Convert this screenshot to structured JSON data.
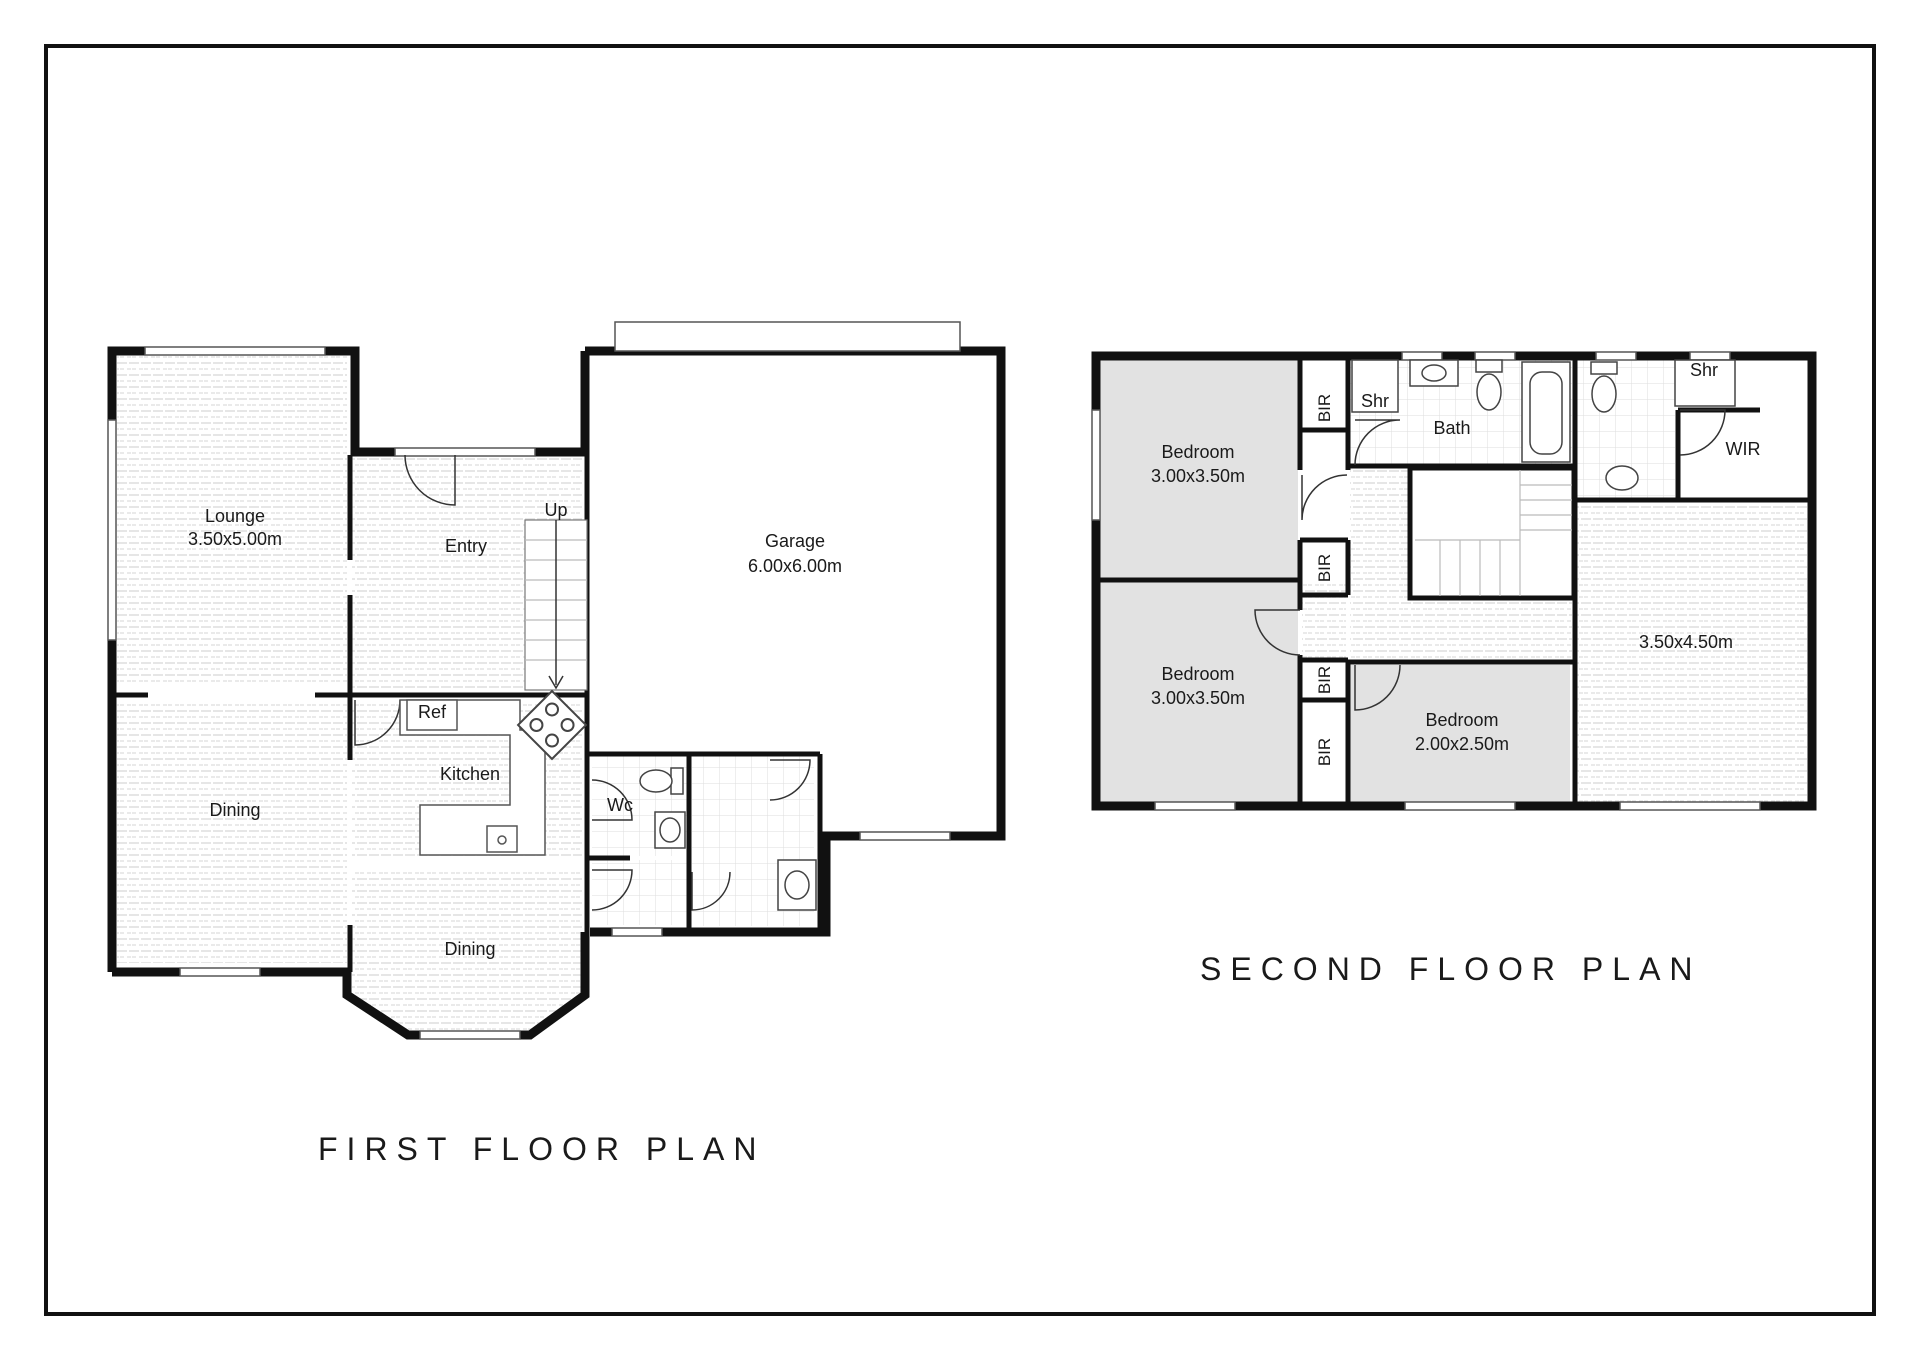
{
  "first_floor": {
    "title": "FIRST FLOOR PLAN",
    "lounge": {
      "name": "Lounge",
      "size": "3.50x5.00m"
    },
    "entry": "Entry",
    "up": "Up",
    "garage": {
      "name": "Garage",
      "size": "6.00x6.00m"
    },
    "ref": "Ref",
    "kitchen": "Kitchen",
    "dining_left": "Dining",
    "dining_bottom": "Dining",
    "wc": "Wc"
  },
  "second_floor": {
    "title": "SECOND FLOOR PLAN",
    "bedroom1": {
      "name": "Bedroom",
      "size": "3.00x3.50m"
    },
    "bedroom2": {
      "name": "Bedroom",
      "size": "3.00x3.50m"
    },
    "bedroom3": {
      "name": "Bedroom",
      "size": "2.00x2.50m"
    },
    "master_size": "3.50x4.50m",
    "bir_1": "BIR",
    "bir_2": "BIR",
    "bir_3": "BIR",
    "bir_4": "BIR",
    "shr_1": "Shr",
    "shr_2": "Shr",
    "bath": "Bath",
    "wir": "WIR"
  }
}
